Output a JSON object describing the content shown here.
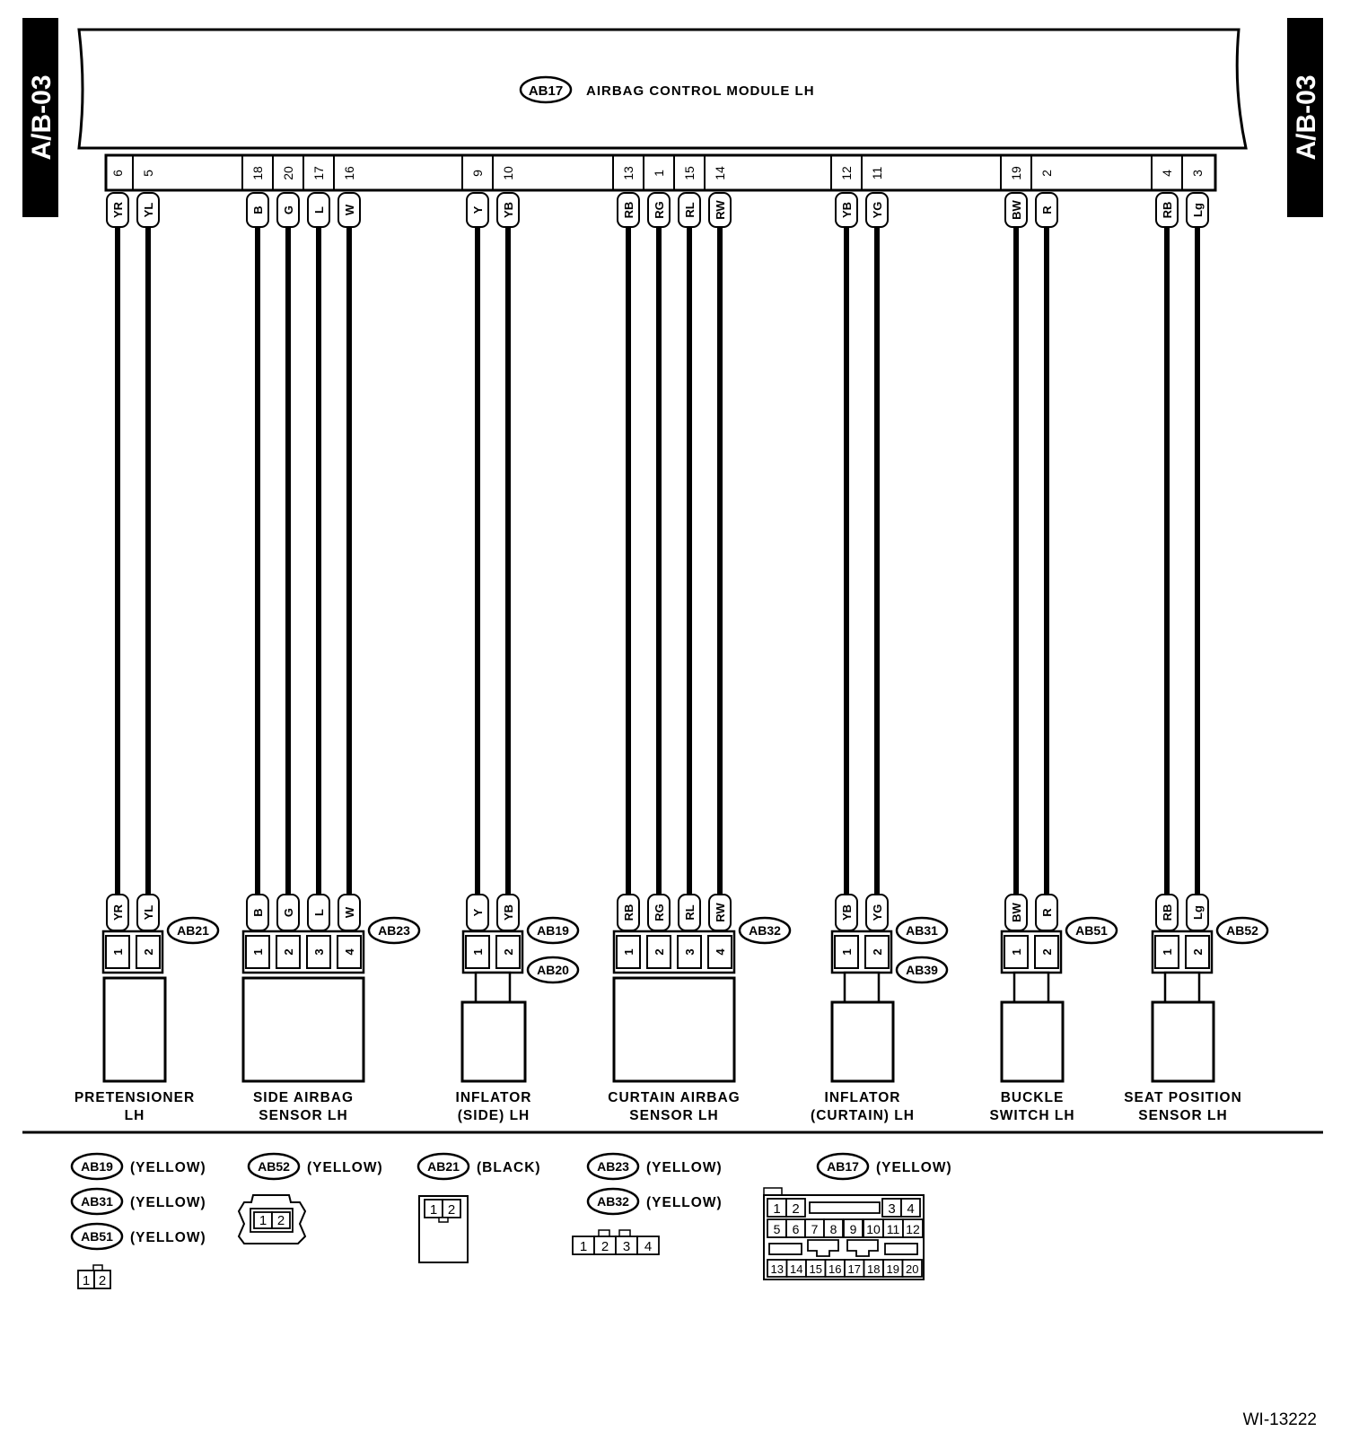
{
  "page_ref": "A/B-03",
  "drawing_number": "WI-13222",
  "module": {
    "connector": "AB17",
    "name": "AIRBAG CONTROL MODULE LH"
  },
  "groups": [
    {
      "connector": "AB21",
      "extra_connector": "",
      "label_lines": [
        "PRETENSIONER",
        "LH"
      ],
      "wires": [
        {
          "pin": "6",
          "color": "YR",
          "term": "1"
        },
        {
          "pin": "5",
          "color": "YL",
          "term": "2"
        }
      ]
    },
    {
      "connector": "AB23",
      "extra_connector": "",
      "label_lines": [
        "SIDE AIRBAG",
        "SENSOR LH"
      ],
      "wires": [
        {
          "pin": "18",
          "color": "B",
          "term": "1"
        },
        {
          "pin": "20",
          "color": "G",
          "term": "2"
        },
        {
          "pin": "17",
          "color": "L",
          "term": "3"
        },
        {
          "pin": "16",
          "color": "W",
          "term": "4"
        }
      ]
    },
    {
      "connector": "AB19",
      "extra_connector": "AB20",
      "label_lines": [
        "INFLATOR",
        "(SIDE) LH"
      ],
      "wires": [
        {
          "pin": "9",
          "color": "Y",
          "term": "1"
        },
        {
          "pin": "10",
          "color": "YB",
          "term": "2"
        }
      ]
    },
    {
      "connector": "AB32",
      "extra_connector": "",
      "label_lines": [
        "CURTAIN AIRBAG",
        "SENSOR LH"
      ],
      "wires": [
        {
          "pin": "13",
          "color": "RB",
          "term": "1"
        },
        {
          "pin": "1",
          "color": "RG",
          "term": "2"
        },
        {
          "pin": "15",
          "color": "RL",
          "term": "3"
        },
        {
          "pin": "14",
          "color": "RW",
          "term": "4"
        }
      ]
    },
    {
      "connector": "AB31",
      "extra_connector": "AB39",
      "label_lines": [
        "INFLATOR",
        "(CURTAIN) LH"
      ],
      "wires": [
        {
          "pin": "12",
          "color": "YB",
          "term": "1"
        },
        {
          "pin": "11",
          "color": "YG",
          "term": "2"
        }
      ]
    },
    {
      "connector": "AB51",
      "extra_connector": "",
      "label_lines": [
        "BUCKLE",
        "SWITCH LH"
      ],
      "wires": [
        {
          "pin": "19",
          "color": "BW",
          "term": "1"
        },
        {
          "pin": "2",
          "color": "R",
          "term": "2"
        }
      ]
    },
    {
      "connector": "AB52",
      "extra_connector": "",
      "label_lines": [
        "SEAT POSITION",
        "SENSOR LH"
      ],
      "wires": [
        {
          "pin": "4",
          "color": "RB",
          "term": "1"
        },
        {
          "pin": "3",
          "color": "Lg",
          "term": "2"
        }
      ]
    }
  ],
  "legend": [
    {
      "id": "AB19",
      "color": "(YELLOW)"
    },
    {
      "id": "AB31",
      "color": "(YELLOW)"
    },
    {
      "id": "AB51",
      "color": "(YELLOW)"
    },
    {
      "id": "AB52",
      "color": "(YELLOW)"
    },
    {
      "id": "AB21",
      "color": "(BLACK)"
    },
    {
      "id": "AB23",
      "color": "(YELLOW)"
    },
    {
      "id": "AB32",
      "color": "(YELLOW)"
    },
    {
      "id": "AB17",
      "color": "(YELLOW)"
    }
  ],
  "legend_pins": {
    "two_pin": [
      "1",
      "2"
    ],
    "four_pin": [
      "1",
      "2",
      "3",
      "4"
    ],
    "ab17_rows": [
      [
        "1",
        "2",
        "",
        "3",
        "4"
      ],
      [
        "5",
        "6",
        "7",
        "8",
        "9",
        "10",
        "11",
        "12"
      ],
      [
        "13",
        "14",
        "15",
        "16",
        "17",
        "18",
        "19",
        "20"
      ]
    ]
  }
}
